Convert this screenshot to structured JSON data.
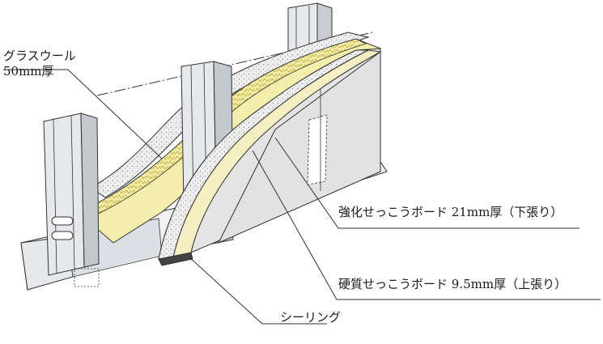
{
  "labels": {
    "glass_wool_line1": "グラスウール",
    "glass_wool_line2": "50mm厚",
    "strong_board": "強化せっこうボード 21mm厚（下張り）",
    "hard_board": "硬質せっこうボード 9.5mm厚（上張り）",
    "sealing": "シーリング"
  },
  "colors": {
    "wool": "#f3eeac",
    "wool_edge": "#d8c451",
    "steel": "#e6e8ec",
    "steel_dark": "#b8bcc4",
    "board_face": "#e4e4e4",
    "board_edge": "#f4f0d8",
    "speckle": "#9a9a9a",
    "line": "#333333"
  }
}
